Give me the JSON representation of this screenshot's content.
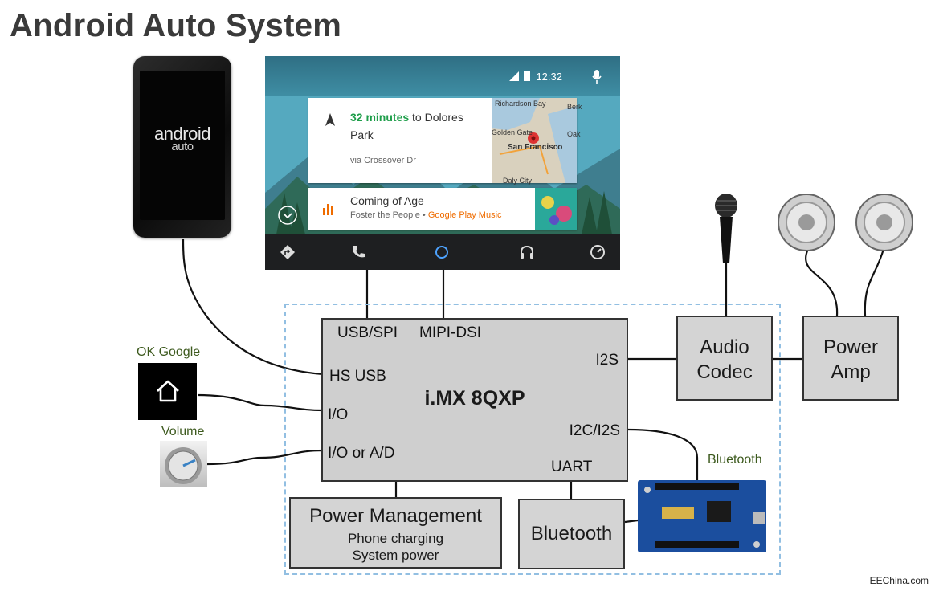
{
  "title": "Android Auto System",
  "phone": {
    "logo_line1": "android",
    "logo_line2": "auto"
  },
  "aa_screen": {
    "time": "12:32",
    "nav_card": {
      "eta": "32 minutes",
      "destination_prefix": " to Dolores",
      "destination_line2": "Park",
      "route": "via Crossover Dr",
      "map_labels": [
        "Richardson Bay",
        "Golden Gate",
        "San Francisco",
        "Daly City",
        "Oak",
        "Berk"
      ]
    },
    "media_card": {
      "song": "Coming of Age",
      "artist": "Foster the People",
      "separator": " • ",
      "source": "Google Play Music"
    }
  },
  "main_chip": {
    "name": "i.MX 8QXP",
    "ports": {
      "usb_spi": "USB/SPI",
      "mipi_dsi": "MIPI-DSI",
      "i2s": "I2S",
      "hs_usb": "HS USB",
      "io": "I/O",
      "i2c_i2s": "I2C/I2S",
      "io_ad": "I/O or A/D",
      "uart": "UART"
    }
  },
  "blocks": {
    "audio_codec": [
      "Audio",
      "Codec"
    ],
    "power_amp": [
      "Power",
      "Amp"
    ],
    "power_management": {
      "title": "Power Management",
      "line1": "Phone charging",
      "line2": "System power"
    },
    "bluetooth": "Bluetooth"
  },
  "captions": {
    "ok_google": "OK Google",
    "volume": "Volume",
    "bluetooth_board": "Bluetooth"
  },
  "credit": "EEChina.com",
  "colors": {
    "block_fill": "#d4d4d4",
    "dashed_boundary": "#92bfe2",
    "caption_text": "#3d5a1e",
    "eta_green": "#1e9e4a",
    "music_orange": "#ef6c00",
    "aa_navbar": "#1e1f21"
  }
}
